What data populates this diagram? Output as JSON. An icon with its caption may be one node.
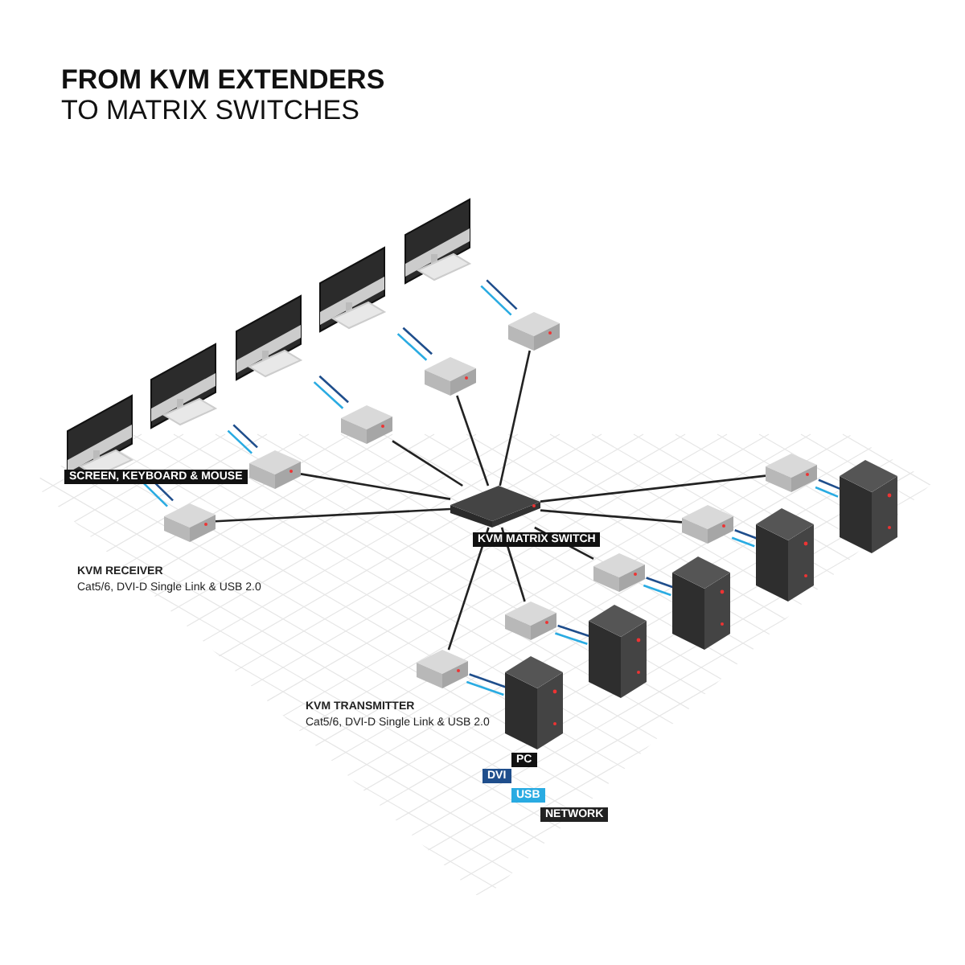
{
  "diagram": {
    "title": "**FROM KVM EXTENDERS** TO MATRIX SWITCHES",
    "nodes": [
      {
        "text": [],
        "shape": "picture"
      },
      {
        "text": [],
        "shape": "picture"
      },
      {
        "text": [],
        "shape": "picture"
      },
      {
        "text": [],
        "shape": "picture"
      },
      {
        "text": [],
        "shape": "picture"
      },
      {
        "text": [],
        "shape": "box"
      },
      {
        "text": [],
        "shape": "box"
      },
      {
        "text": [],
        "shape": "box"
      },
      {
        "text": [],
        "shape": "box"
      },
      {
        "text": [],
        "shape": "box"
      },
      {
        "text": [],
        "shape": "box",
        "beside": [
          "KVM MATRIX SWITCH"
        ]
      },
      {
        "text": [],
        "shape": "box"
      },
      {
        "text": [],
        "shape": "box"
      },
      {
        "text": [],
        "shape": "box"
      },
      {
        "text": [],
        "shape": "box"
      },
      {
        "text": [],
        "shape": "box"
      },
      {
        "text": [],
        "shape": "picture",
        "beside": [
          "PC"
        ]
      },
      {
        "text": [],
        "shape": "picture"
      },
      {
        "text": [],
        "shape": "picture"
      },
      {
        "text": [],
        "shape": "picture"
      },
      {
        "text": [],
        "shape": "picture"
      }
    ],
    "edges": [
      {
        "from": 0,
        "to": 5,
        "arrow": "none",
        "color": "#1f4e8c"
      },
      {
        "from": 0,
        "to": 5,
        "arrow": "none",
        "color": "#29abe2"
      },
      {
        "from": 1,
        "to": 6,
        "arrow": "none",
        "color": "#1f4e8c"
      },
      {
        "from": 1,
        "to": 6,
        "arrow": "none",
        "color": "#29abe2"
      },
      {
        "from": 2,
        "to": 7,
        "arrow": "none",
        "color": "#1f4e8c"
      },
      {
        "from": 2,
        "to": 7,
        "arrow": "none",
        "color": "#29abe2"
      },
      {
        "from": 3,
        "to": 8,
        "arrow": "none",
        "color": "#1f4e8c"
      },
      {
        "from": 3,
        "to": 8,
        "arrow": "none",
        "color": "#29abe2"
      },
      {
        "from": 4,
        "to": 9,
        "arrow": "none",
        "color": "#1f4e8c"
      },
      {
        "from": 4,
        "to": 9,
        "arrow": "none",
        "color": "#29abe2"
      },
      {
        "from": 5,
        "to": 10,
        "arrow": "none",
        "color": "#222222"
      },
      {
        "from": 6,
        "to": 10,
        "arrow": "none",
        "color": "#222222"
      },
      {
        "from": 7,
        "to": 10,
        "arrow": "none",
        "color": "#222222"
      },
      {
        "from": 8,
        "to": 10,
        "arrow": "none",
        "color": "#222222"
      },
      {
        "from": 9,
        "to": 10,
        "arrow": "none",
        "color": "#222222"
      },
      {
        "from": 10,
        "to": 11,
        "arrow": "none",
        "color": "#222222"
      },
      {
        "from": 10,
        "to": 12,
        "arrow": "none",
        "color": "#222222"
      },
      {
        "from": 10,
        "to": 13,
        "arrow": "none",
        "color": "#222222"
      },
      {
        "from": 10,
        "to": 14,
        "arrow": "none",
        "color": "#222222"
      },
      {
        "from": 10,
        "to": 15,
        "arrow": "none",
        "color": "#222222"
      },
      {
        "from": 11,
        "to": 16,
        "arrow": "none",
        "color": "#1f4e8c"
      },
      {
        "from": 11,
        "to": 16,
        "arrow": "none",
        "color": "#29abe2"
      },
      {
        "from": 12,
        "to": 17,
        "arrow": "none",
        "color": "#1f4e8c"
      },
      {
        "from": 12,
        "to": 17,
        "arrow": "none",
        "color": "#29abe2"
      },
      {
        "from": 13,
        "to": 18,
        "arrow": "none",
        "color": "#1f4e8c"
      },
      {
        "from": 13,
        "to": 18,
        "arrow": "none",
        "color": "#29abe2"
      },
      {
        "from": 14,
        "to": 19,
        "arrow": "none",
        "color": "#1f4e8c"
      },
      {
        "from": 14,
        "to": 19,
        "arrow": "none",
        "color": "#29abe2"
      },
      {
        "from": 15,
        "to": 20,
        "arrow": "none",
        "color": "#1f4e8c"
      },
      {
        "from": 15,
        "to": 20,
        "arrow": "none",
        "color": "#29abe2"
      }
    ],
    "labels": [
      "SCREEN, KEYBOARD & MOUSE",
      "KVM RECEIVER",
      "Cat5/6, DVI-D Single Link & USB 2.0",
      "KVM TRANSMITTER",
      "Cat5/6, DVI-D Single Link & USB 2.0"
    ],
    "legend": [
      {
        "text": "DVI",
        "color": "#1f4e8c"
      },
      {
        "text": "USB",
        "color": "#29abe2"
      },
      {
        "text": "NETWORK",
        "color": "#222222"
      }
    ]
  }
}
